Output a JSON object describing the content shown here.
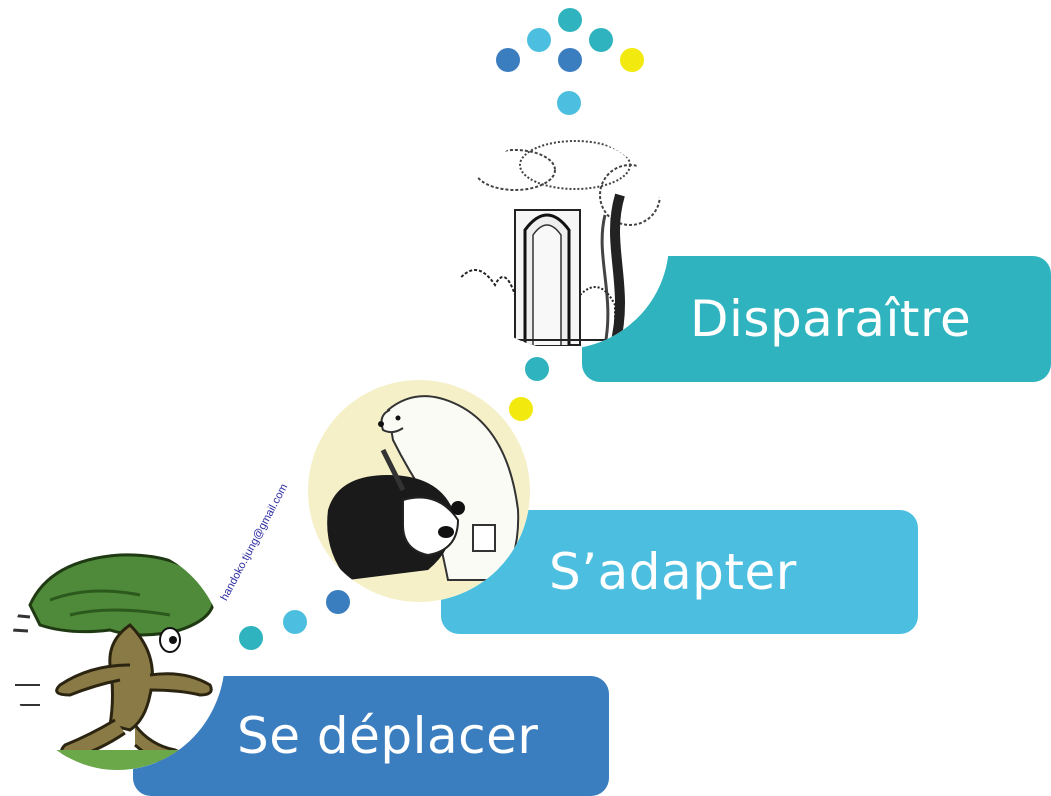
{
  "steps": [
    {
      "label": "Disparaître",
      "color": "#2FB4BF",
      "illustration": "walled-gate-under-tree"
    },
    {
      "label": "S’adapter",
      "color": "#4CBFE0",
      "illustration": "polar-bear-painting-panda"
    },
    {
      "label": "Se déplacer",
      "color": "#3B7EC0",
      "illustration": "walking-tree"
    }
  ],
  "watermark": "handoko.tjung@gmail.com",
  "colors": {
    "teal": "#2FB4BF",
    "sky": "#4CBFE0",
    "blue": "#3B7EC0",
    "yellow": "#F2EA0E"
  }
}
